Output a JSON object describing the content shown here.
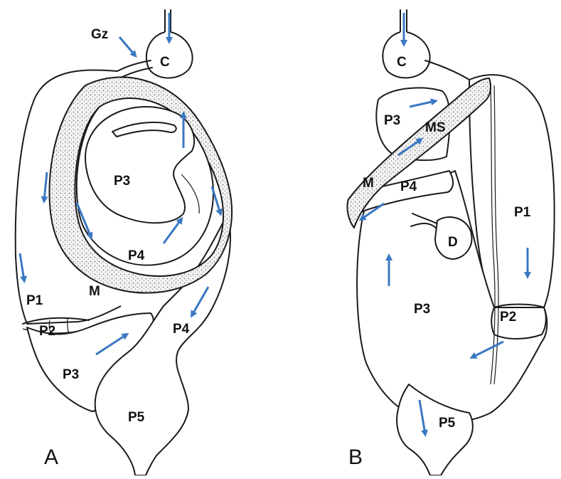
{
  "arrow_color": "#3a78c2",
  "panels": {
    "a": {
      "panel_label": "A",
      "labels": {
        "gz": "Gz",
        "c": "C",
        "p3_inner": "P3",
        "p4_inner": "P4",
        "m": "M",
        "p1": "P1",
        "p2": "P2",
        "p3_lower": "P3",
        "p4_lower": "P4",
        "p5": "P5"
      }
    },
    "b": {
      "panel_label": "B",
      "labels": {
        "c": "C",
        "p3_upper": "P3",
        "ms": "MS",
        "m": "M",
        "p4": "P4",
        "p1": "P1",
        "d": "D",
        "p3_main": "P3",
        "p2": "P2",
        "p5": "P5"
      }
    }
  }
}
